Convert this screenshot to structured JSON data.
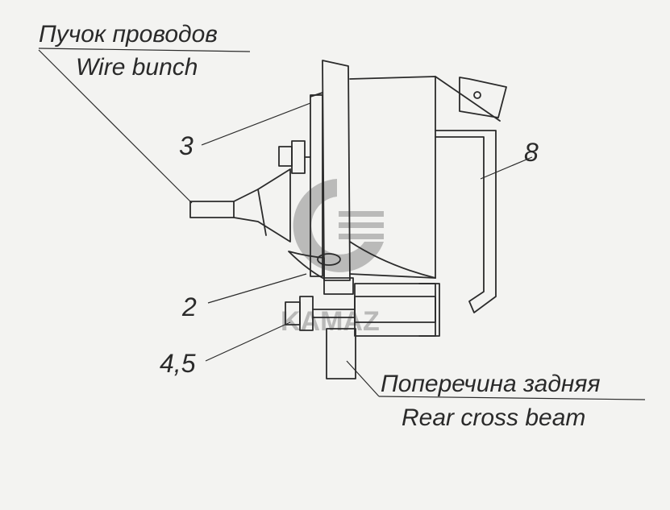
{
  "labels": {
    "wire_bunch_ru": "Пучок проводов",
    "wire_bunch_en": "Wire bunch",
    "rear_cross_beam_ru": "Поперечина задняя",
    "rear_cross_beam_en": "Rear cross beam",
    "item_3": "3",
    "item_8": "8",
    "item_2": "2",
    "item_4_5": "4,5"
  },
  "watermark": {
    "text": "KAMAZ"
  },
  "colors": {
    "background": "#f3f3f1",
    "ink": "#2b2b2b",
    "watermark": "#8a8a8a"
  }
}
